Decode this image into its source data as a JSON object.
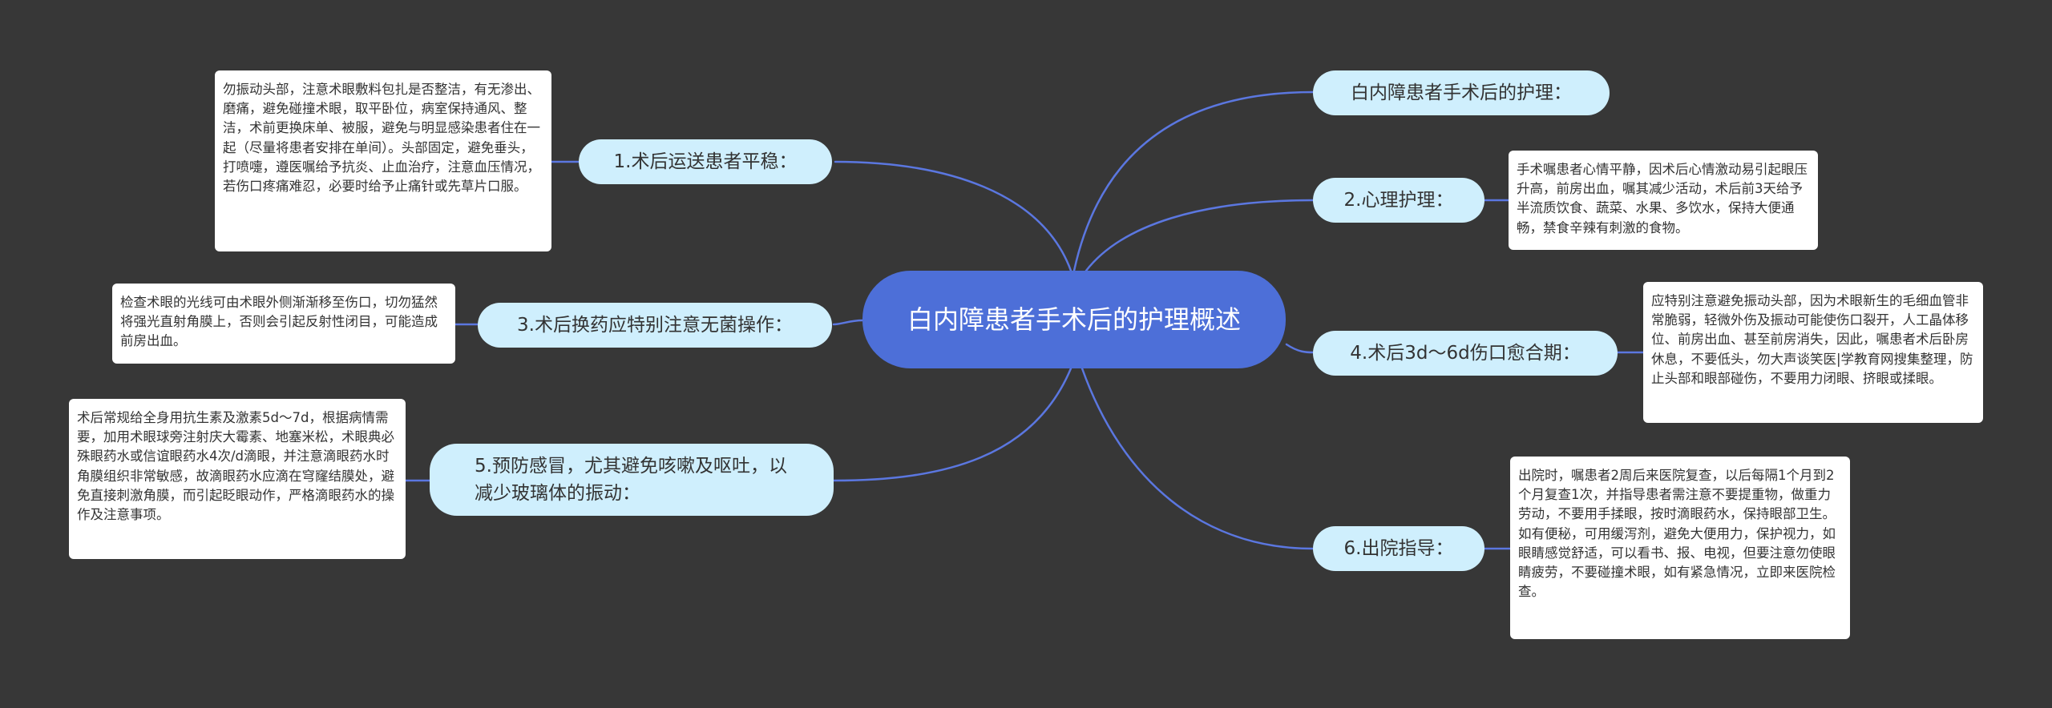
{
  "root": {
    "title": "白内障患者手术后的护理概述"
  },
  "branches": {
    "b1": {
      "label": "1.术后运送患者平稳：",
      "note": "勿振动头部，注意术眼敷料包扎是否整洁，有无渗出、磨痛，避免碰撞术眼，取平卧位，病室保持通风、整洁，术前更换床单、被服，避免与明显感染患者住在一起（尽量将患者安排在单间）。头部固定，避免垂头，打喷嚏，遵医嘱给予抗炎、止血治疗，注意血压情况，若伤口疼痛难忍，必要时给予止痛针或先草片口服。"
    },
    "b3": {
      "label": "3.术后换药应特别注意无菌操作：",
      "note": "检查术眼的光线可由术眼外侧渐渐移至伤口，切勿猛然将强光直射角膜上，否则会引起反射性闭目，可能造成前房出血。"
    },
    "b5": {
      "label": "5.预防感冒，尤其避免咳嗽及呕吐，以减少玻璃体的振动：",
      "note": "术后常规给全身用抗生素及激素5d～7d，根据病情需要，加用术眼球旁注射庆大霉素、地塞米松，术眼典必殊眼药水或信谊眼药水4次/d滴眼，并注意滴眼药水时角膜组织非常敏感，故滴眼药水应滴在穹窿结膜处，避免直接刺激角膜，而引起眨眼动作，严格滴眼药水的操作及注意事项。"
    },
    "top": {
      "label": "白内障患者手术后的护理："
    },
    "b2": {
      "label": "2.心理护理：",
      "note": "手术嘱患者心情平静，因术后心情激动易引起眼压升高，前房出血，嘱其减少活动，术后前3天给予半流质饮食、蔬菜、水果、多饮水，保持大便通畅，禁食辛辣有刺激的食物。"
    },
    "b4": {
      "label": "4.术后3d～6d伤口愈合期：",
      "note": "应特别注意避免振动头部，因为术眼新生的毛细血管非常脆弱，轻微外伤及振动可能使伤口裂开，人工晶体移位、前房出血、甚至前房消失，因此，嘱患者术后卧房休息，不要低头，勿大声谈笑医|学教育网搜集整理，防止头部和眼部碰伤，不要用力闭眼、挤眼或揉眼。"
    },
    "b6": {
      "label": "6.出院指导：",
      "note": "出院时，嘱患者2周后来医院复查，以后每隔1个月到2个月复查1次，并指导患者需注意不要提重物，做重力劳动，不要用手揉眼，按时滴眼药水，保持眼部卫生。如有便秘，可用缓泻剂，避免大便用力，保护视力，如眼睛感觉舒适，可以看书、报、电视，但要注意勿使眼睛疲劳，不要碰撞术眼，如有紧急情况，立即来医院检查。"
    }
  },
  "colors": {
    "background": "#373737",
    "root": "#4d6fd8",
    "branch": "#cfeffd",
    "note": "#ffffff",
    "link": "#5b77e0"
  }
}
